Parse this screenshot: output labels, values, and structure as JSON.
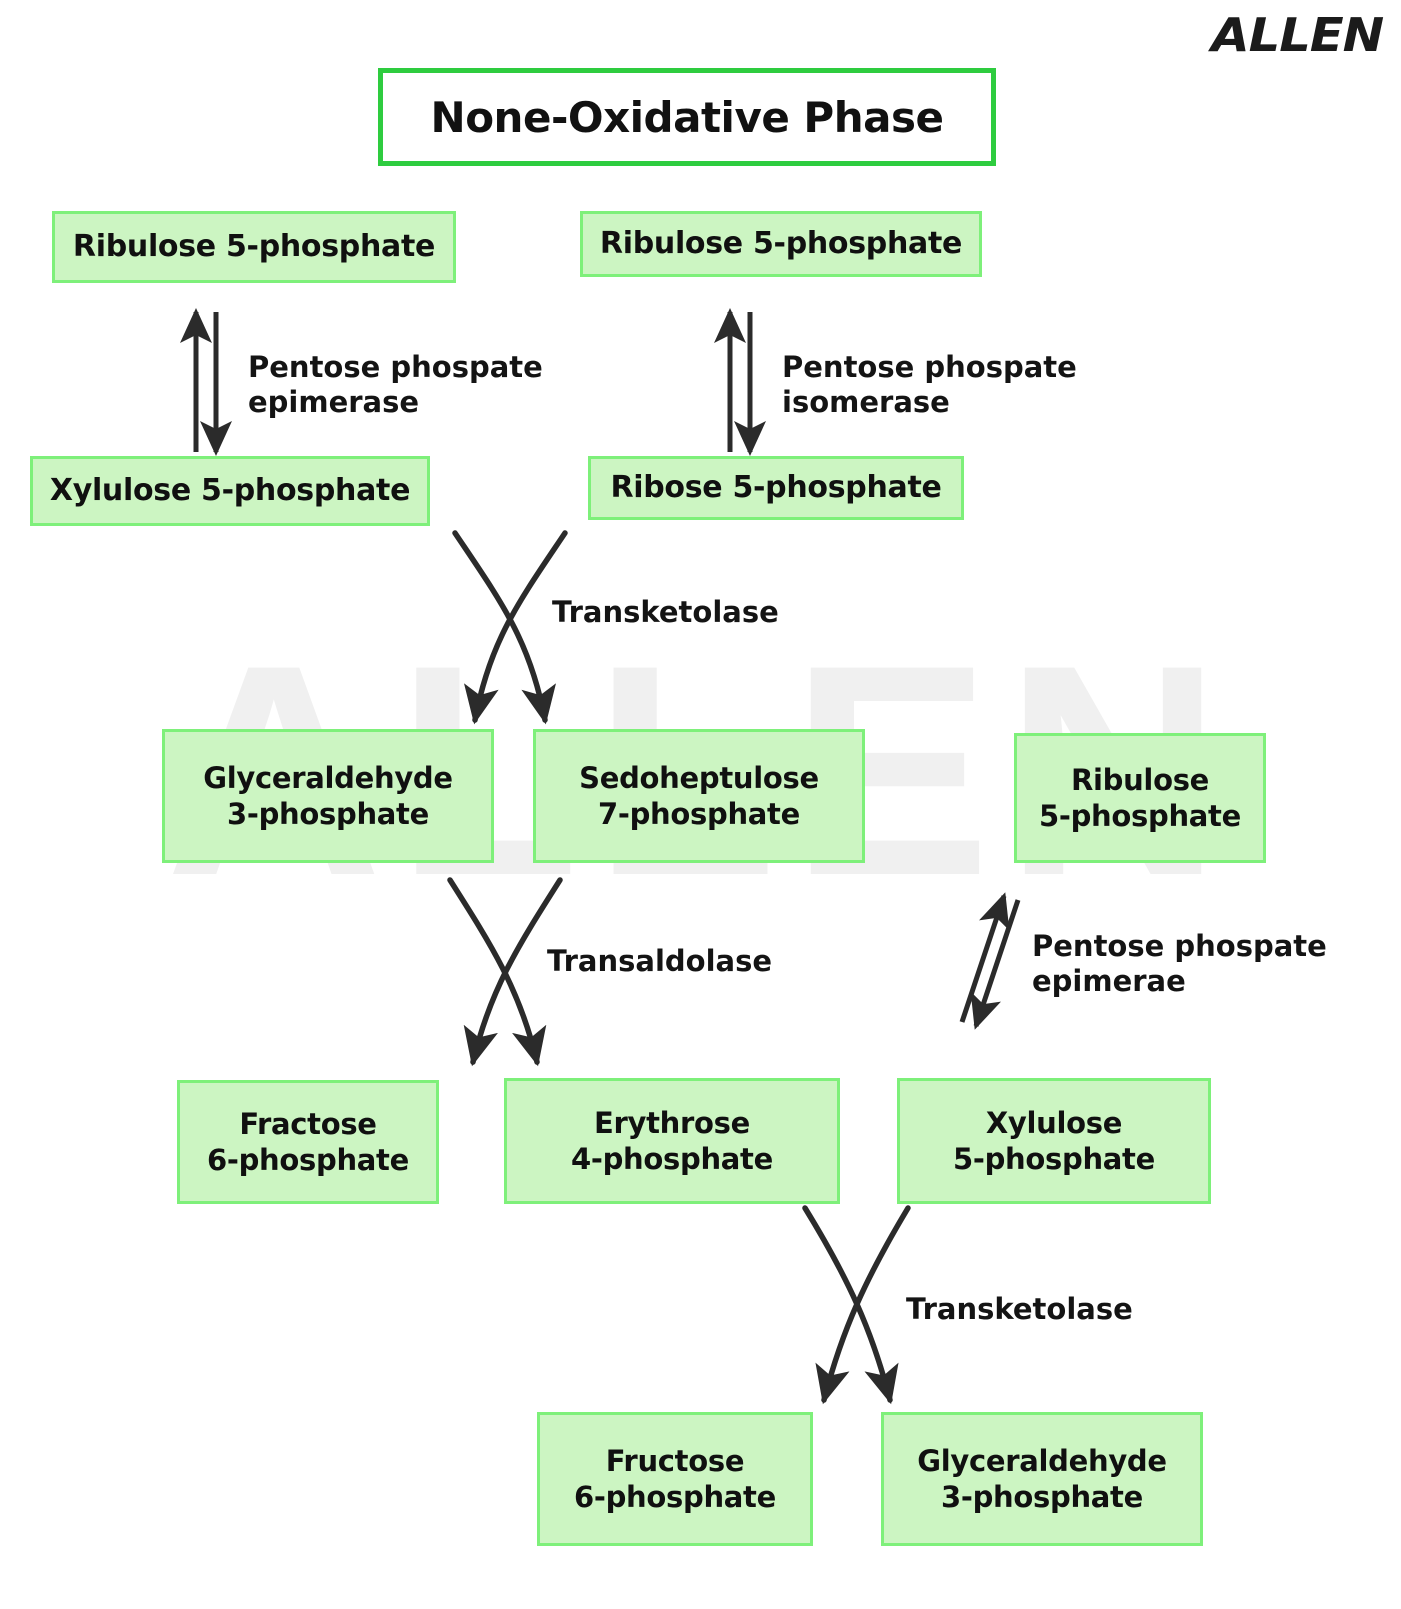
{
  "brand": {
    "logo_text": "ALLEN"
  },
  "title": {
    "text": "None-Oxidative Phase"
  },
  "watermark": {
    "text": "ALLEN"
  },
  "boxes": [
    {
      "id": "ribulose5p-left",
      "label": "Ribulose 5-phosphate"
    },
    {
      "id": "ribulose5p-right",
      "label": "Ribulose 5-phosphate"
    },
    {
      "id": "xylulose5p-top",
      "label": "Xylulose 5-phosphate"
    },
    {
      "id": "ribose5p",
      "label": "Ribose 5-phosphate"
    },
    {
      "id": "g3p-mid",
      "label": "Glyceraldehyde\n3-phosphate"
    },
    {
      "id": "sedoheptulose7p",
      "label": "Sedoheptulose\n7-phosphate"
    },
    {
      "id": "ribulose5p-mid",
      "label": "Ribulose\n5-phosphate"
    },
    {
      "id": "fractose6p",
      "label": "Fractose\n6-phosphate"
    },
    {
      "id": "erythrose4p",
      "label": "Erythrose\n4-phosphate"
    },
    {
      "id": "xylulose5p-low",
      "label": "Xylulose\n5-phosphate"
    },
    {
      "id": "fructose6p-final",
      "label": "Fructose\n6-phosphate"
    },
    {
      "id": "g3p-final",
      "label": "Glyceraldehyde\n3-phosphate"
    }
  ],
  "enzymes": [
    {
      "id": "ppe-left",
      "label": "Pentose phospate\nepimerase"
    },
    {
      "id": "ppi-right",
      "label": "Pentose phospate\nisomerase"
    },
    {
      "id": "transketolase-1",
      "label": "Transketolase"
    },
    {
      "id": "transaldolase",
      "label": "Transaldolase"
    },
    {
      "id": "ppe-right",
      "label": "Pentose phospate\nepimerae"
    },
    {
      "id": "transketolase-2",
      "label": "Transketolase"
    }
  ],
  "colors": {
    "box_fill": "#ccf5c2",
    "box_border": "#7ef07a",
    "title_border": "#2ecc3f",
    "text": "#101010",
    "arrow": "#2b2b2b",
    "watermark": "#f0f0f0",
    "background": "#ffffff"
  }
}
